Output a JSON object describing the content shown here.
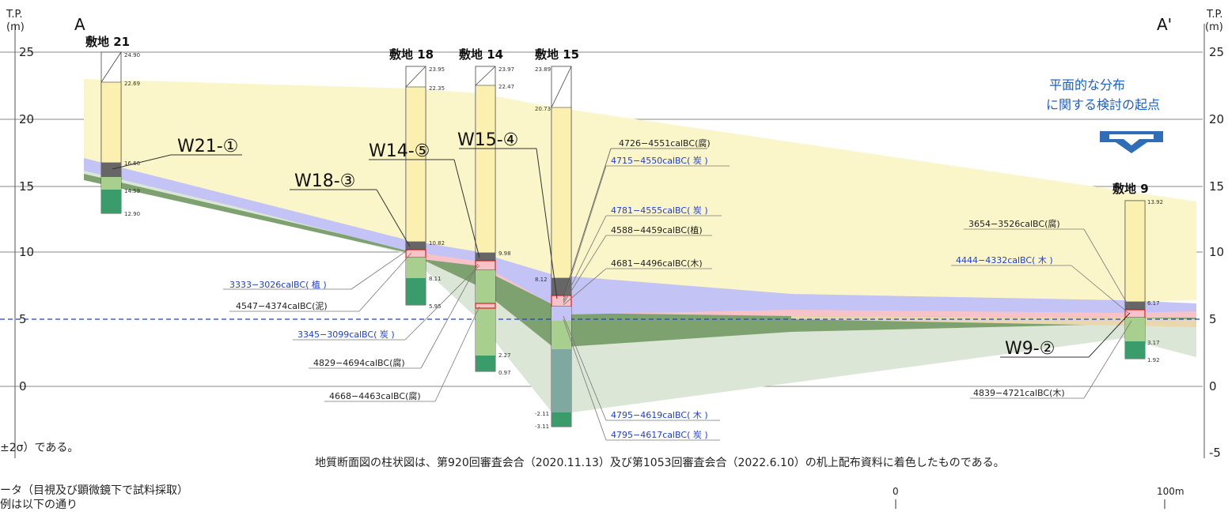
{
  "axis": {
    "unit_top": "T.P.",
    "unit_bottom": "(m)",
    "ticks": [
      "25",
      "20",
      "15",
      "10",
      "5",
      "0",
      "-5"
    ]
  },
  "section": {
    "left": "A",
    "right": "A'"
  },
  "sites": [
    {
      "id": "s21",
      "label": "敷地 21",
      "elevations": [
        "24.90",
        "22.69",
        "16.66",
        "14.59",
        "12.90"
      ]
    },
    {
      "id": "s18",
      "label": "敷地 18",
      "elevations": [
        "23.95",
        "22.35",
        "10.82",
        "8.11",
        "5.95"
      ]
    },
    {
      "id": "s14",
      "label": "敷地 14",
      "elevations": [
        "23.97",
        "22.47",
        "9.98",
        "2.27",
        "0.97"
      ]
    },
    {
      "id": "s15",
      "label": "敷地 15",
      "elevations": [
        "23.89",
        "20.73",
        "8.12",
        "-2.11",
        "-3.11"
      ]
    },
    {
      "id": "s9",
      "label": "敷地 9",
      "elevations": [
        "13.92",
        "6.17",
        "3.17",
        "1.92"
      ]
    }
  ],
  "samples": [
    {
      "id": "W21-①"
    },
    {
      "id": "W18-③"
    },
    {
      "id": "W14-⑤"
    },
    {
      "id": "W15-④"
    },
    {
      "id": "W9-②"
    }
  ],
  "dates": [
    {
      "text": "4726−4551calBC(腐)",
      "blue": false
    },
    {
      "text": "4715−4550calBC( 炭 )",
      "blue": true
    },
    {
      "text": "4781−4555calBC( 炭 )",
      "blue": true
    },
    {
      "text": "4588−4459calBC(植)",
      "blue": false
    },
    {
      "text": "4681−4496calBC(木)",
      "blue": false
    },
    {
      "text": "3333−3026calBC( 植 )",
      "blue": true
    },
    {
      "text": "4547−4374calBC(泥)",
      "blue": false
    },
    {
      "text": "3345−3099calBC( 炭 )",
      "blue": true
    },
    {
      "text": "4829−4694calBC(腐)",
      "blue": false
    },
    {
      "text": "4668−4463calBC(腐)",
      "blue": false
    },
    {
      "text": "4795−4619calBC( 木 )",
      "blue": true
    },
    {
      "text": "4795−4617calBC( 炭 )",
      "blue": true
    },
    {
      "text": "3654−3526calBC(腐)",
      "blue": false
    },
    {
      "text": "4444−4332calBC( 木 )",
      "blue": true
    },
    {
      "text": "4839−4721calBC(木)",
      "blue": false
    }
  ],
  "callout": {
    "line1": "平面的な分布",
    "line2": "に関する検討の起点"
  },
  "notes": {
    "sigma": "±2σ）である。",
    "source": "地質断面図の柱状図は、第920回審査会合（2020.11.13）及び第1053回審査会合（2022.6.10）の机上配布資料に着色したものである。",
    "data": "ータ（目視及び顕微鏡下で試料採取）",
    "legend": "例は以下の通り"
  },
  "scalebar": {
    "start": "0",
    "end": "100m"
  },
  "colors": {
    "yellow": "#fbf6c9",
    "blue_band": "#c3c3f6",
    "pink_band": "#f7c3c8",
    "green_dark": "#7ea26f",
    "green_light": "#dbe6d6",
    "accent_blue": "#1f5fc8",
    "arrow_blue": "#2f6db7"
  }
}
